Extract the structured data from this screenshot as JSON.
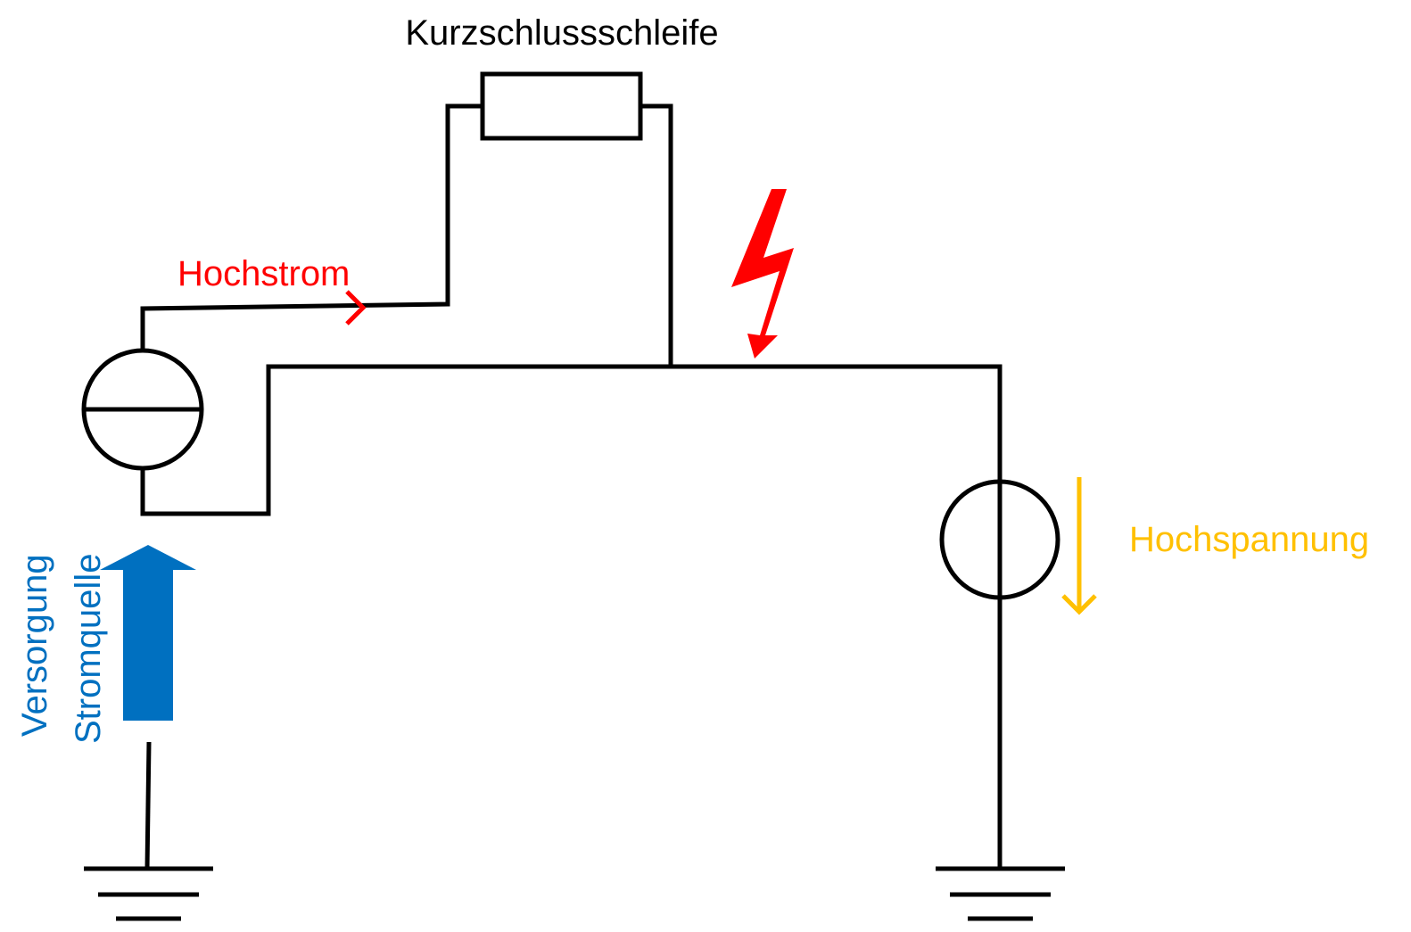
{
  "labels": {
    "title": "Kurzschlussschleife",
    "current": "Hochstrom",
    "voltage": "Hochspannung",
    "supply_line1": "Versorgung",
    "supply_line2": "Stromquelle"
  },
  "colors": {
    "wire": "#000000",
    "current": "#ff0000",
    "lightning": "#ff0000",
    "voltage": "#ffc000",
    "supply": "#0070c0"
  },
  "icons": {
    "current_source": "current-source-icon",
    "voltage_source": "voltage-source-icon",
    "resistor": "resistor-icon",
    "lightning": "lightning-bolt-icon",
    "ground": "ground-icon"
  }
}
